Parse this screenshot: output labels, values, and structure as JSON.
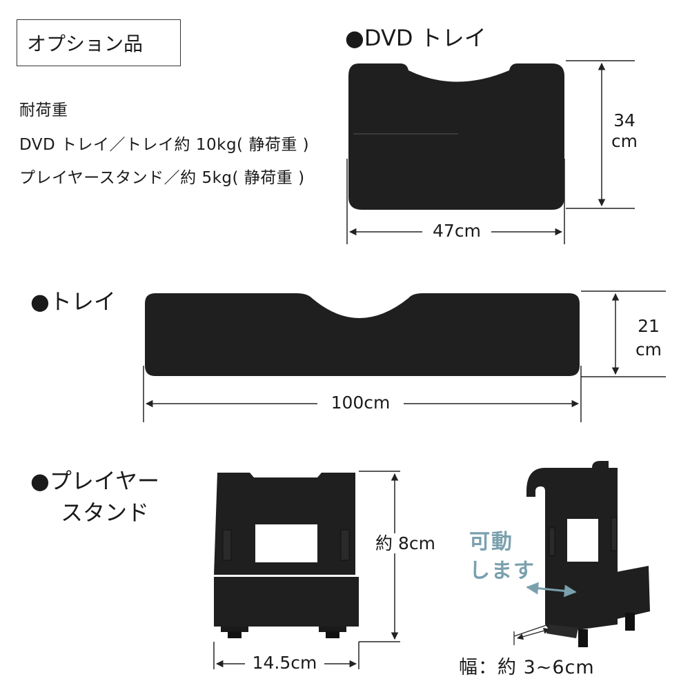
{
  "option_label": "オプション品",
  "specs": {
    "title": "耐荷重",
    "line1": "DVD トレイ／トレイ約 10kg( 静荷重 )",
    "line2": "プレイヤースタンド／約 5kg( 静荷重 )"
  },
  "dvd_tray": {
    "heading": "●DVD トレイ",
    "height_value": "34",
    "height_unit": "cm",
    "width": "47cm"
  },
  "tray": {
    "heading": "●トレイ",
    "height_value": "21",
    "height_unit": "cm",
    "width": "100cm"
  },
  "player_stand": {
    "heading_line1": "●プレイヤー",
    "heading_line2": "スタンド",
    "height": "約 8cm",
    "width": "14.5cm",
    "movable_line1": "可動",
    "movable_line2": "します",
    "range": "幅：約 3~6cm"
  },
  "colors": {
    "product": "#1f1f1f",
    "accent": "#7aa0ad"
  }
}
